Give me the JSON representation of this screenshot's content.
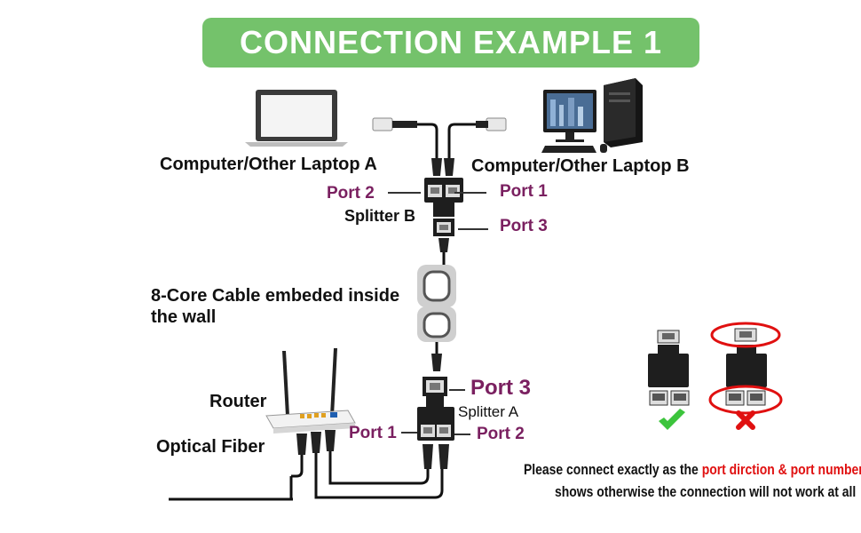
{
  "title": "CONNECTION EXAMPLE 1",
  "labels": {
    "laptop_a": "Computer/Other Laptop A",
    "laptop_b": "Computer/Other Laptop B",
    "splitter_b": "Splitter B",
    "splitter_a": "Splitter A",
    "cable": "8-Core Cable embeded inside",
    "cable_line2": "the wall",
    "router": "Router",
    "optical_fiber": "Optical Fiber"
  },
  "ports": {
    "b_port2": "Port 2",
    "b_port1": "Port 1",
    "b_port3": "Port 3",
    "a_port3": "Port 3",
    "a_port1": "Port 1",
    "a_port2": "Port 2"
  },
  "note": {
    "line1_prefix": "Please connect exactly as the ",
    "line1_highlight": "port dirction & port number",
    "line2": "shows otherwise the connection will not work at all"
  },
  "colors": {
    "banner": "#74c26b",
    "port_text": "#7a2060",
    "highlight": "#e01010",
    "check": "#3cc43c",
    "cross": "#e01010"
  },
  "icons": {
    "correct": "check-icon",
    "wrong": "cross-icon"
  }
}
